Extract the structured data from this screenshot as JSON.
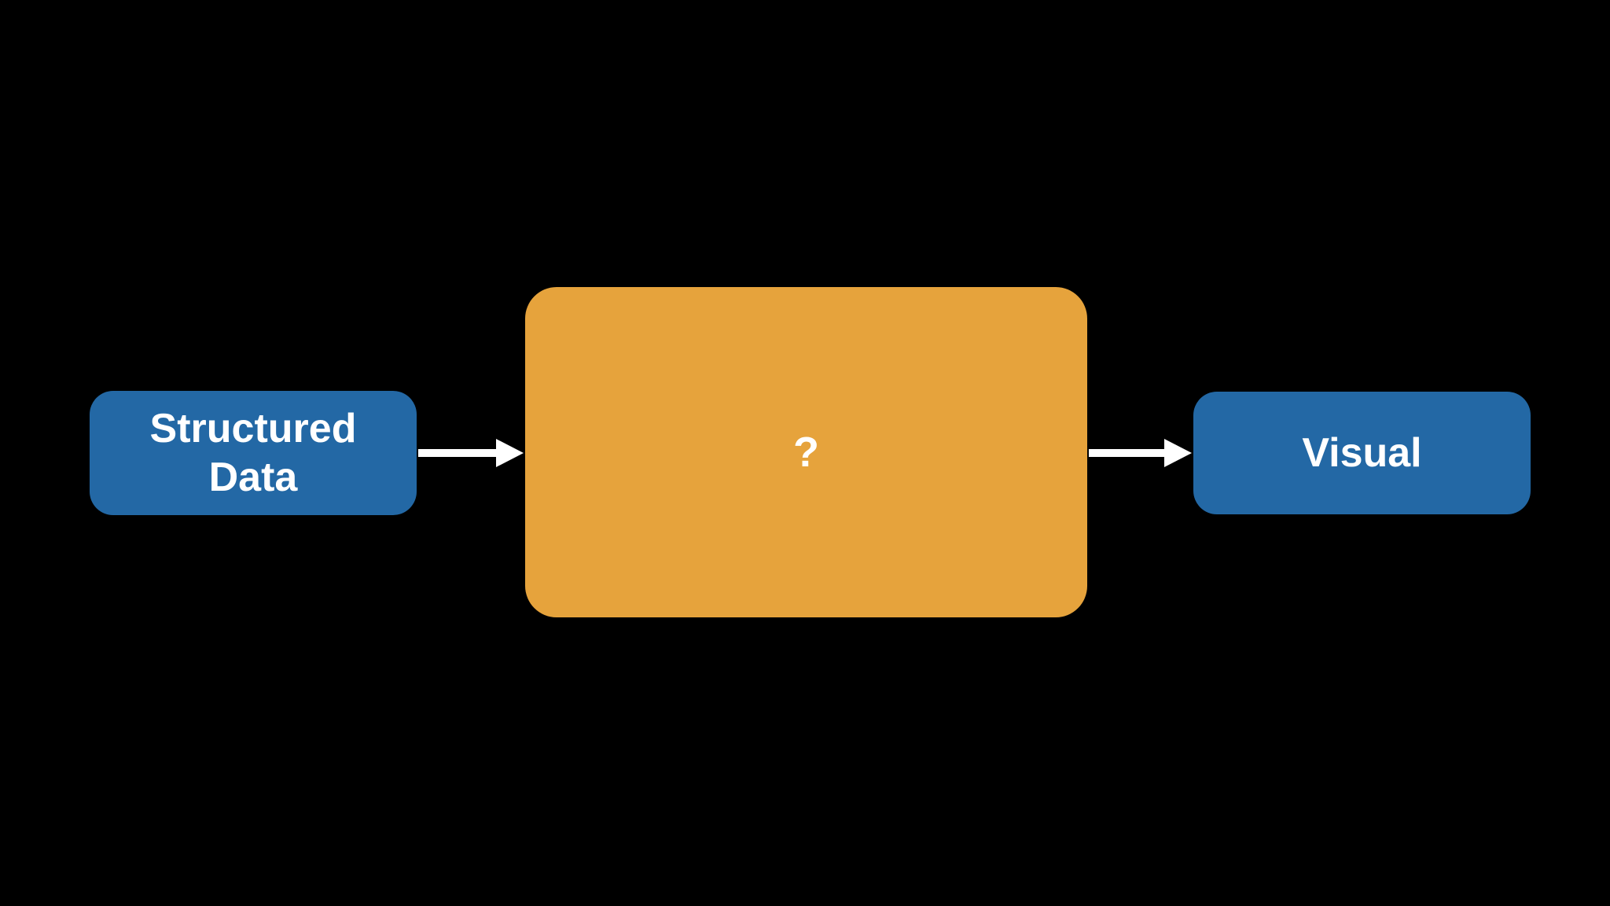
{
  "diagram": {
    "type": "flow",
    "background_color": "#000000",
    "colors": {
      "node_blue": "#2368a5",
      "node_orange": "#e6a33c",
      "arrow": "#ffffff",
      "label_text": "#ffffff"
    },
    "nodes": {
      "input": {
        "label": "Structured\nData",
        "shape": "rounded-rect",
        "color": "#2368a5"
      },
      "process": {
        "label": "?",
        "shape": "rounded-rect",
        "color": "#e6a33c"
      },
      "output": {
        "label": "Visual",
        "shape": "rounded-rect",
        "color": "#2368a5"
      }
    },
    "arrows": [
      {
        "from": "input",
        "to": "process",
        "direction": "right"
      },
      {
        "from": "process",
        "to": "output",
        "direction": "right"
      }
    ]
  }
}
